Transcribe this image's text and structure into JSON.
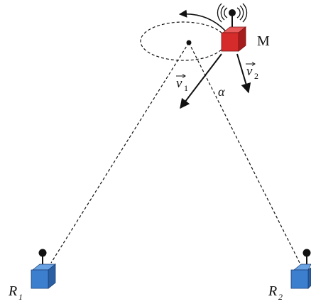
{
  "labels": {
    "mobile": "M",
    "v1_symbol": "v",
    "v1_sub": "1",
    "v2_symbol": "v",
    "v2_sub": "2",
    "alpha": "α",
    "r1_symbol": "R",
    "r1_sub": "1",
    "r2_symbol": "R",
    "r2_sub": "2"
  },
  "colors": {
    "mobile_node": "#d62b2b",
    "receiver_node": "#3d7fcf",
    "line": "#111111"
  },
  "icons": {
    "mobile": "red-cube-with-antenna",
    "receiver": "blue-cube-with-antenna",
    "signal": "radio-waves-icon"
  }
}
